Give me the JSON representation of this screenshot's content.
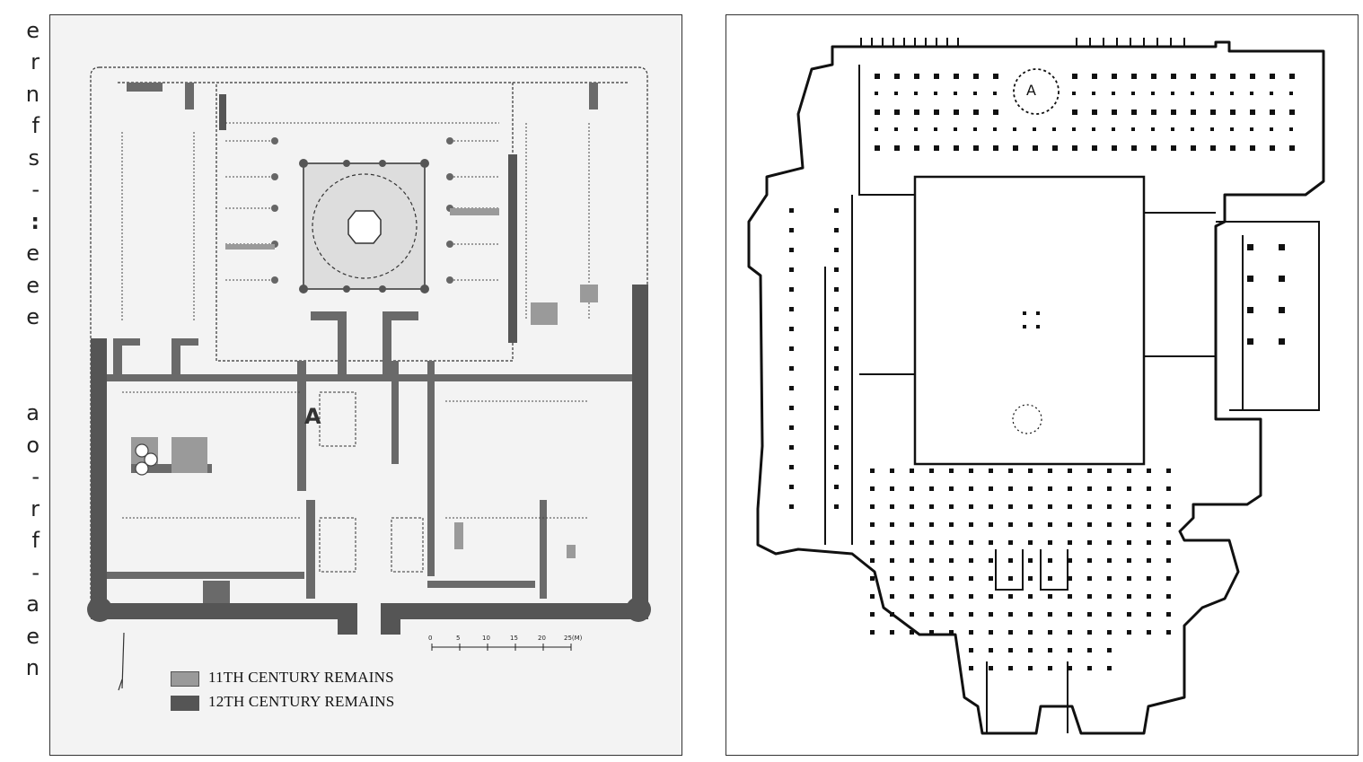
{
  "margin_fragments": [
    "e",
    "r",
    "n",
    "f",
    "s",
    "-",
    ":",
    "e",
    "e",
    "e",
    "",
    "a",
    "o",
    "-",
    "r",
    "f",
    "-",
    "a",
    "e",
    "n"
  ],
  "left_plan": {
    "label_a": "A",
    "scale": {
      "ticks": [
        "0",
        "5",
        "10",
        "15",
        "20",
        "25(M)"
      ]
    },
    "legend": [
      {
        "label": "11TH CENTURY REMAINS",
        "color": "#9a9a9a"
      },
      {
        "label": "12TH CENTURY REMAINS",
        "color": "#555555"
      }
    ]
  },
  "right_plan": {
    "label_a": "A"
  },
  "colors": {
    "remains_11th": "#9a9a9a",
    "remains_12th": "#555555",
    "outline": "#111111",
    "background_left": "#f3f3f3"
  }
}
